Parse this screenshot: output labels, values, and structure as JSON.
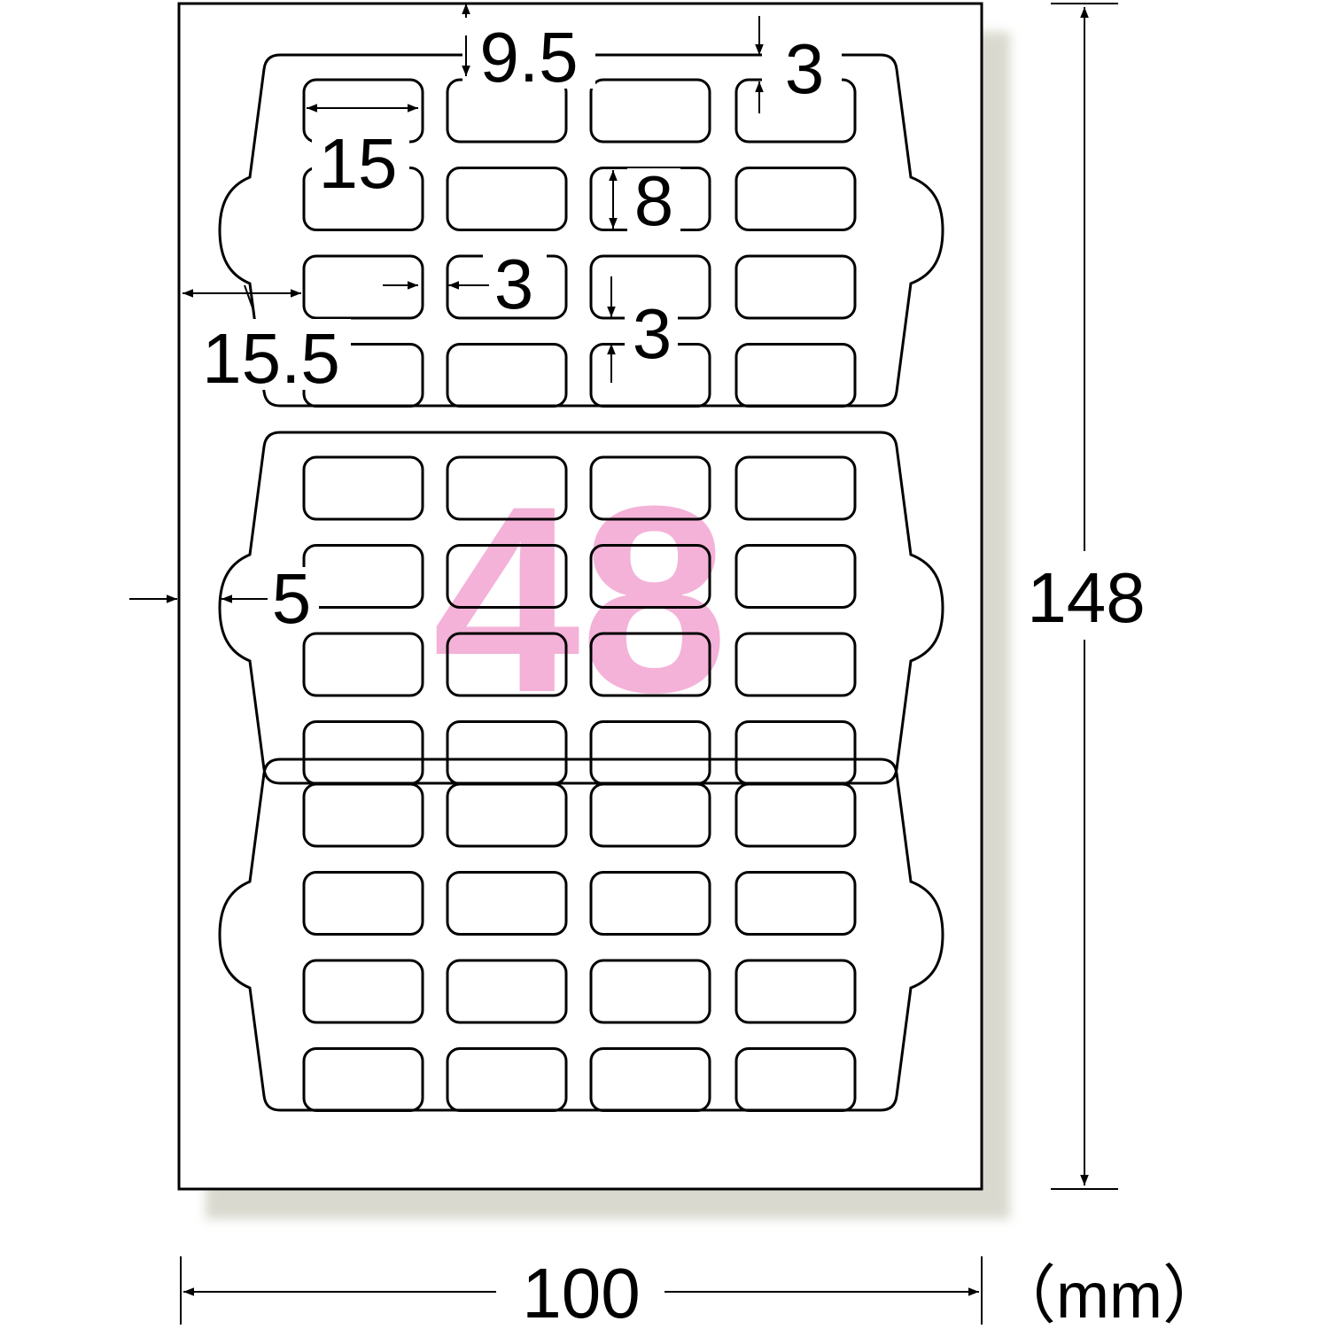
{
  "dimensions": {
    "sheet_width": "100",
    "sheet_height": "148",
    "unit": "（mm）",
    "top_margin": "9.5",
    "left_margin": "15.5",
    "label_width": "15",
    "label_height": "8",
    "column_gap": "3",
    "row_gap": "3",
    "label_to_frame_top": "3",
    "frame_side_offset": "5"
  },
  "label_count": "48",
  "layout": {
    "frames": 3,
    "rows_per_frame": 4,
    "columns": 4
  },
  "colors": {
    "line": "#000000",
    "count_text": "#f4b2d8",
    "sheet_shadow": "#d9d9cf",
    "background": "#ffffff"
  }
}
